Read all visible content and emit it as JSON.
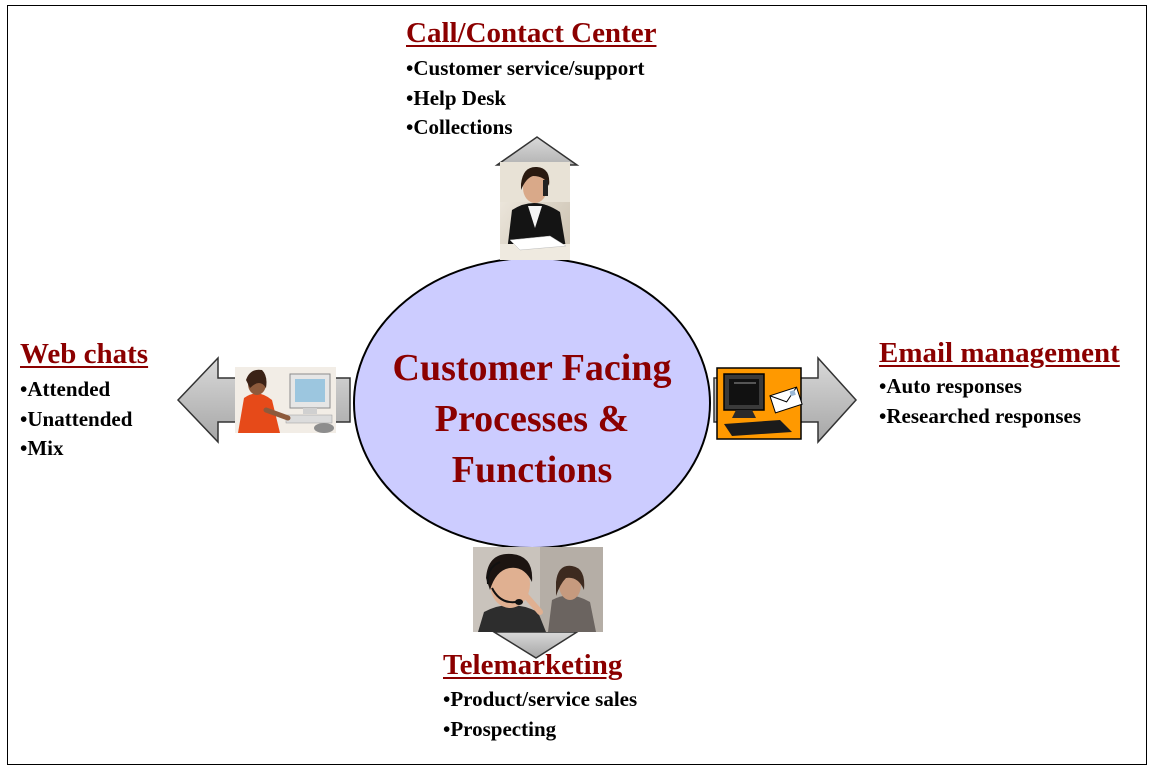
{
  "center": {
    "lines": [
      "Customer Facing",
      "Processes &",
      "Functions"
    ],
    "fill": "#ccccff"
  },
  "branches": {
    "top": {
      "title": "Call/Contact Center",
      "items": [
        "Customer service/support",
        "Help Desk",
        "Collections"
      ],
      "photo": "woman-on-phone-at-desk"
    },
    "left": {
      "title": "Web chats",
      "items": [
        "Attended",
        "Unattended",
        "Mix"
      ],
      "photo": "woman-at-computer"
    },
    "right": {
      "title": "Email management",
      "items": [
        "Auto responses",
        "Researched responses"
      ],
      "photo": "computer-email-clipart"
    },
    "bottom": {
      "title": "Telemarketing",
      "items": [
        "Product/service sales",
        "Prospecting"
      ],
      "photo": "women-with-headsets"
    }
  },
  "colors": {
    "heading": "#8b0000",
    "arrow_fill": "#b3b3b3",
    "ellipse_fill": "#ccccff"
  }
}
